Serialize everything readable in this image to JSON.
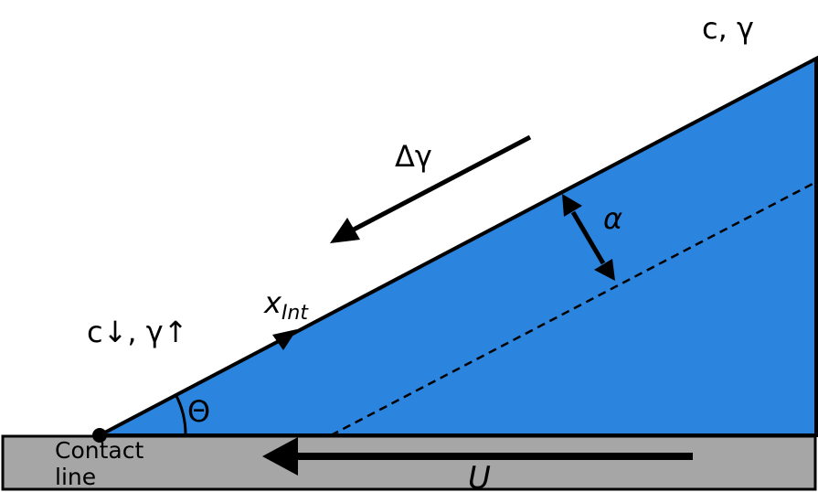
{
  "labels": {
    "top_right": "c, γ",
    "left_condition": "c↓, γ↑",
    "gradient": "Δγ",
    "angle_alpha": "α",
    "interface_coord": "x",
    "interface_coord_sub": "Int",
    "contact_angle": "Θ",
    "contact_line_1": "Contact",
    "contact_line_2": "line",
    "velocity": "U"
  },
  "colors": {
    "liquid": "#2b84dd",
    "substrate": "#a6a6a6",
    "outline": "#000000"
  }
}
